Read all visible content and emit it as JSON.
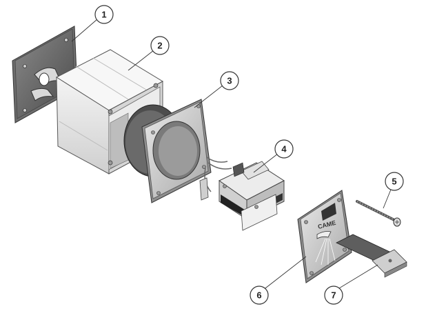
{
  "diagram": {
    "callouts": [
      {
        "id": "1",
        "label": "1"
      },
      {
        "id": "2",
        "label": "2"
      },
      {
        "id": "3",
        "label": "3"
      },
      {
        "id": "4",
        "label": "4"
      },
      {
        "id": "5",
        "label": "5"
      },
      {
        "id": "6",
        "label": "6"
      },
      {
        "id": "7",
        "label": "7"
      }
    ],
    "brand_text": "CAME"
  }
}
